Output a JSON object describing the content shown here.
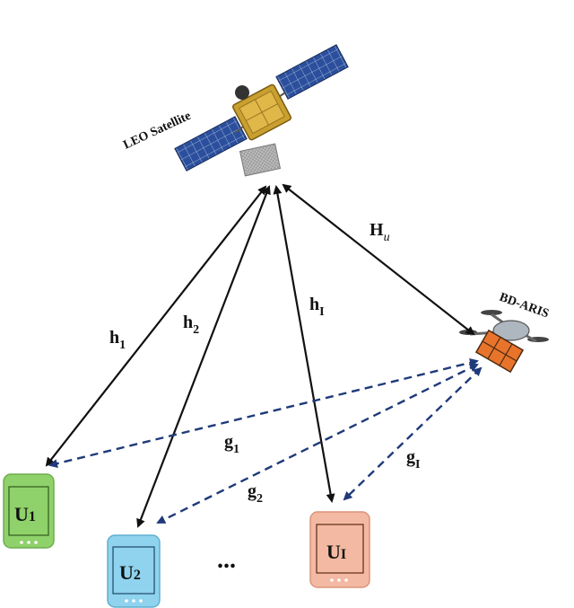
{
  "nodes": {
    "satellite": {
      "label": "LEO Satellite",
      "icon": "satellite-icon"
    },
    "aris": {
      "label": "BD-ARIS",
      "icon": "drone-icon"
    },
    "users": [
      {
        "label": "U",
        "subscript": "1",
        "color": "#8fd16a"
      },
      {
        "label": "U",
        "subscript": "2",
        "color": "#8fd3ee"
      },
      {
        "label": "U",
        "subscript": "I",
        "color": "#f4b9a2"
      }
    ],
    "ellipsis": "..."
  },
  "links": {
    "h1": {
      "base": "h",
      "sub": "1"
    },
    "h2": {
      "base": "h",
      "sub": "2"
    },
    "hI": {
      "base": "h",
      "sub": "I"
    },
    "Hu": {
      "base": "H",
      "sub": "u"
    },
    "g1": {
      "base": "g",
      "sub": "1"
    },
    "g2": {
      "base": "g",
      "sub": "2"
    },
    "gI": {
      "base": "g",
      "sub": "I"
    }
  },
  "colors": {
    "direct_link": "#111111",
    "reflected_link": "#1f3a7a",
    "panel": "#e8742c",
    "satellite_body": "#c9a030",
    "solar_panel": "#2b4f9c"
  }
}
